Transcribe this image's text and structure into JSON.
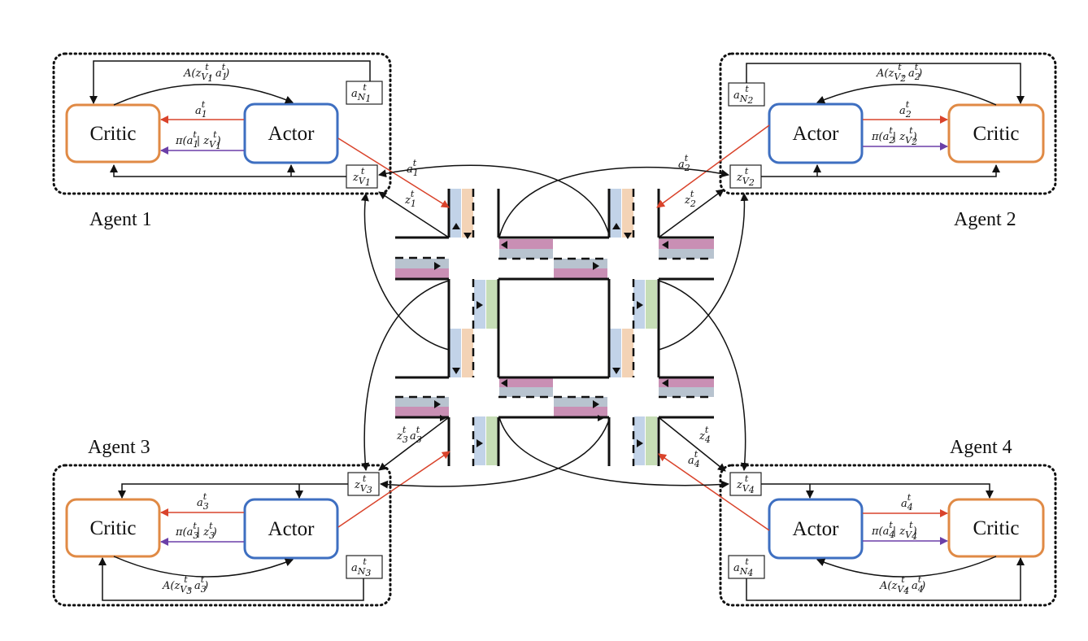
{
  "agents": [
    {
      "label": "Agent 1",
      "critic": "Critic",
      "actor": "Actor",
      "obs": "z",
      "obs_sub": "V",
      "obs_idx": "1",
      "neighbor": "a",
      "neighbor_sub": "N",
      "neighbor_idx": "1",
      "advantage": "A(z",
      "advantage_tail": ", a",
      "action": "a",
      "policy": "π(a",
      "policy_mid": "| z",
      "road_action": "a",
      "road_obs": "z"
    },
    {
      "label": "Agent 2",
      "critic": "Critic",
      "actor": "Actor",
      "obs": "z",
      "obs_sub": "V",
      "obs_idx": "2",
      "neighbor": "a",
      "neighbor_sub": "N",
      "neighbor_idx": "2",
      "advantage": "A(z",
      "advantage_tail": ", a",
      "action": "a",
      "policy": "π(a",
      "policy_mid": "| z",
      "road_action": "a",
      "road_obs": "z"
    },
    {
      "label": "Agent 3",
      "critic": "Critic",
      "actor": "Actor",
      "obs": "z",
      "obs_sub": "V",
      "obs_idx": "3",
      "neighbor": "a",
      "neighbor_sub": "N",
      "neighbor_idx": "3",
      "advantage": "A(z",
      "advantage_tail": ", a",
      "action": "a",
      "policy": "π(a",
      "policy_mid": "| z",
      "road_action": "a",
      "road_obs": "z"
    },
    {
      "label": "Agent 4",
      "critic": "Critic",
      "actor": "Actor",
      "obs": "z",
      "obs_sub": "V",
      "obs_idx": "4",
      "neighbor": "a",
      "neighbor_sub": "N",
      "neighbor_idx": "4",
      "advantage": "A(z",
      "advantage_tail": ", a",
      "action": "a",
      "policy": "π(a",
      "policy_mid": "| z",
      "road_action": "a",
      "road_obs": "z"
    }
  ],
  "time_superscript": "t",
  "colors": {
    "critic_border": "#e08a45",
    "actor_border": "#3e6fc1",
    "action_arrow": "#d9432b",
    "policy_arrow": "#6b3fa8",
    "lane_blue": "#c2d3e8",
    "lane_orange": "#f3d3b6",
    "lane_green": "#c6ddb6",
    "lane_pink": "#c98fb4",
    "lane_gray": "#b8c3cf"
  }
}
